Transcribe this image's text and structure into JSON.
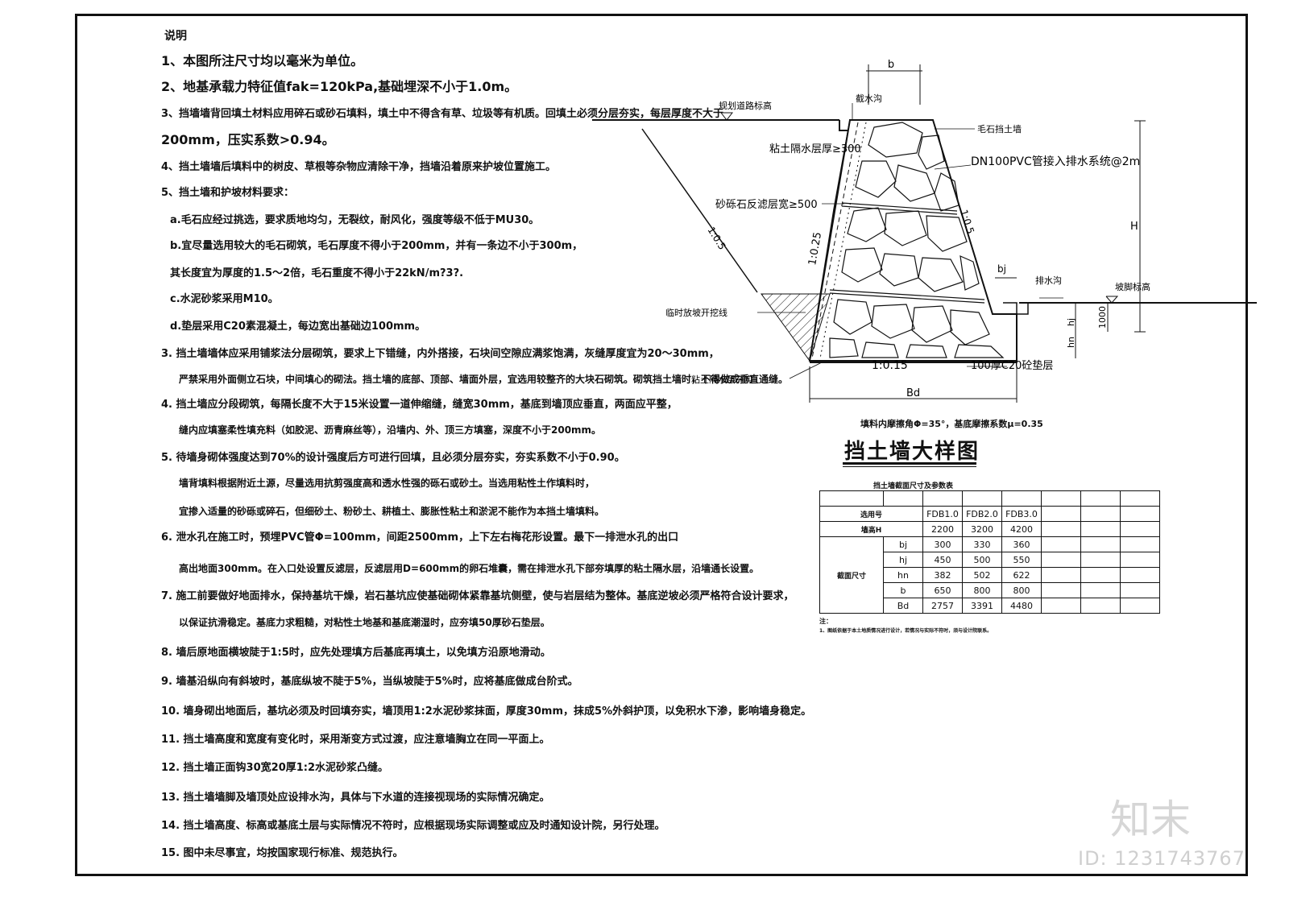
{
  "notes": {
    "title": "说明",
    "lines": [
      "1、本图所注尺寸均以毫米为单位。",
      "2、地基承载力特征值fak=120kPa,基础埋深不小于1.0m。",
      "3、挡墙墙背回填土材料应用碎石或砂石填料，填土中不得含有草、垃圾等有机质。回填土必须分层夯实，每层厚度不大于",
      "200mm，压实系数>0.94。",
      "4、挡土墙墙后填料中的树皮、草根等杂物应清除干净，挡墙沿着原来护坡位置施工。",
      "5、挡土墙和护坡材料要求：",
      "a.毛石应经过挑选，要求质地均匀，无裂纹，耐风化，强度等级不低于MU30。",
      "b.宜尽量选用较大的毛石砌筑，毛石厚度不得小于200mm，并有一条边不小于300m，",
      "其长度宜为厚度的1.5～2倍，毛石重度不得小于22kN/m?3?.",
      "c.水泥砂浆采用M10。",
      "d.垫层采用C20素混凝土，每边宽出基础边100mm。",
      "3.   挡土墙墙体应采用铺浆法分层砌筑，要求上下错缝，内外搭接，石块间空隙应满浆饱满，灰缝厚度宜为20～30mm，",
      "严禁采用外面侧立石块，中间填心的砌法。挡土墙的底部、顶部、墙面外层，宜选用较整齐的大块石砌筑。砌筑挡土墙时，不得做成垂直通缝。",
      "4.   挡土墙应分段砌筑，每隔长度不大于15米设置一道伸缩缝，缝宽30mm，基底到墙顶应垂直，两面应平整，",
      "缝内应填塞柔性填充料（如胶泥、沥青麻丝等），沿墙内、外、顶三方填塞，深度不小于200mm。",
      "5.   待墙身砌体强度达到70%的设计强度后方可进行回填，且必须分层夯实，夯实系数不小于0.90。",
      "墙背填料根据附近土源，尽量选用抗剪强度高和透水性强的砾石或砂土。当选用粘性土作填料时，",
      "宜掺入适量的砂砾或碎石，但细砂土、粉砂土、耕植土、膨胀性粘土和淤泥不能作为本挡土墙填料。",
      "6.   泄水孔在施工时，预埋PVC管Φ=100mm，间距2500mm，上下左右梅花形设置。最下一排泄水孔的出口",
      "高出地面300mm。在入口处设置反滤层，反滤层用D=600mm的卵石堆囊，需在排泄水孔下部夯填厚的粘土隔水层，沿墙通长设置。",
      "7.   施工前要做好地面排水，保持基坑干燥，岩石基坑应使基础砌体紧靠基坑侧壁，使与岩层结为整体。基底逆坡必须严格符合设计要求，",
      "以保证抗滑稳定。基底力求粗糙，对粘性土地基和基底潮湿时，应夯填50厚砂石垫层。",
      "8.   墙后原地面横坡陡于1:5时，应先处理填方后基底再填土，以免填方沿原地滑动。",
      "9.   墙基沿纵向有斜坡时，基底纵坡不陡于5%，当纵坡陡于5%时，应将基底做成台阶式。",
      "10.   墙身砌出地面后，基坑必须及时回填夯实，墙顶用1:2水泥砂浆抹面，厚度30mm，抹成5%外斜护顶，以免积水下渗，影响墙身稳定。",
      "11.   挡土墙高度和宽度有变化时，采用渐变方式过渡，应注意墙胸立在同一平面上。",
      "12.   挡土墙正面钩30宽20厚1:2水泥砂浆凸缝。",
      "13.   挡土墙墙脚及墙顶处应设排水沟，具体与下水道的连接视现场的实际情况确定。",
      "14.   挡土墙高度、标高或基底土层与实际情况不符时，应根据现场实际调整或应及时通知设计院，另行处理。",
      "15.   图中未尽事宜，均按国家现行标准、规范执行。"
    ]
  },
  "drawing": {
    "labels": {
      "b": "b",
      "road_level": "规划道路标高",
      "catch_ditch": "截水沟",
      "rubble_wall": "毛石挡土墙",
      "clay_layer": "粘土隔水层厚≥300",
      "pipe": "DN100PVC管接入排水系统@2m",
      "filter": "砂砾石反滤层宽≥500",
      "slope_025": "1:0.25",
      "slope_05_left": "1:0.5",
      "slope_05_right": "1:0.5",
      "H": "H",
      "bj": "bj",
      "drain_ditch": "排水沟",
      "toe_level": "坡脚标高",
      "temp_slope": "临时放坡开挖线",
      "hj": "hj",
      "hn": "hn",
      "d1000": "1000",
      "slope_015": "1:0.15",
      "cushion": "100厚C20砼垫层",
      "clay_compact": "粘土隔水层夯实",
      "Bd": "Bd"
    }
  },
  "soil_note": "填料内摩擦角Φ=35°，基底摩擦系数μ=0.35",
  "diagram_title": "挡土墙大样图",
  "table": {
    "title": "挡土墙截面尺寸及参数表",
    "row_model_label": "选用号",
    "models": [
      "FDB1.0",
      "FDB2.0",
      "FDB3.0"
    ],
    "row_height_label": "墙高H",
    "heights": [
      "2200",
      "3200",
      "4200"
    ],
    "section_label": "截面尺寸",
    "rows": [
      {
        "label": "bj",
        "values": [
          "300",
          "330",
          "360"
        ]
      },
      {
        "label": "hj",
        "values": [
          "450",
          "500",
          "550"
        ]
      },
      {
        "label": "hn",
        "values": [
          "382",
          "502",
          "622"
        ]
      },
      {
        "label": "b",
        "values": [
          "650",
          "800",
          "800"
        ]
      },
      {
        "label": "Bd",
        "values": [
          "2757",
          "3391",
          "4480"
        ]
      }
    ],
    "footnote_label": "注：",
    "footnote_text": "1、图纸依据于本土地质情况进行设计，若情况与实际不符时，须与设计院联系。"
  },
  "watermark": {
    "logo": "知末",
    "id": "ID: 1231743767"
  }
}
